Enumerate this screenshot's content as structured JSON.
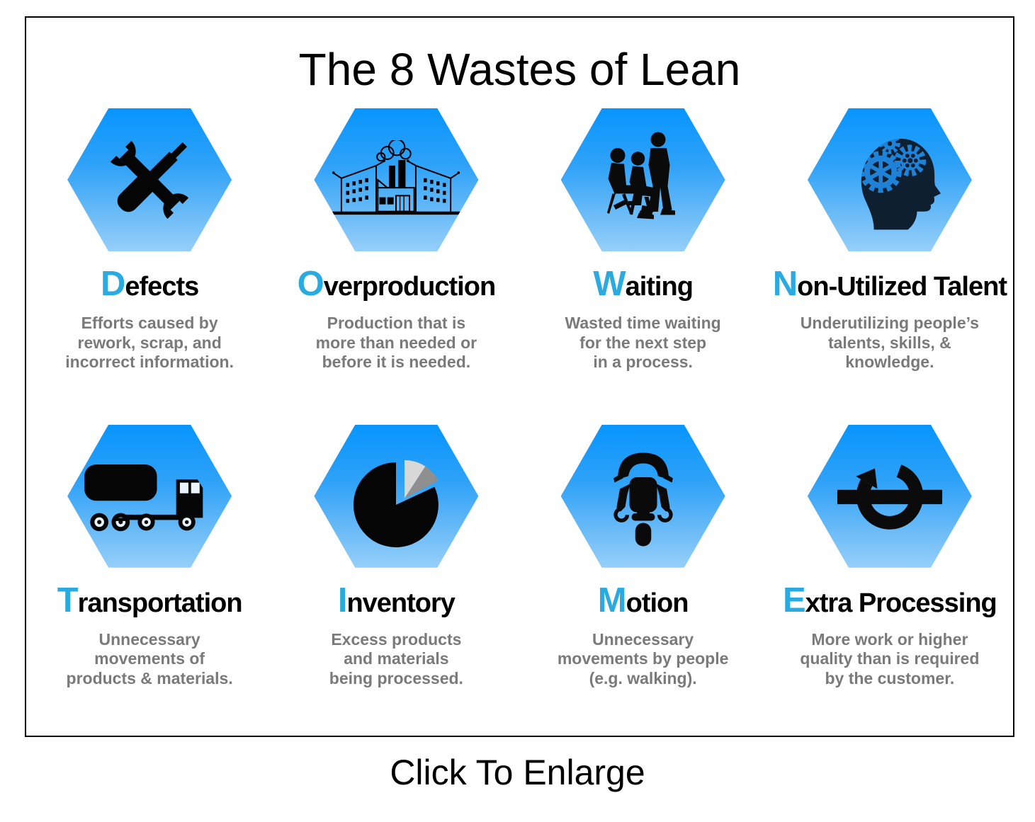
{
  "title": "The 8 Wastes of Lean",
  "footer": "Click To Enlarge",
  "colors": {
    "hex_gradient_top": "#0795fd",
    "hex_gradient_bottom": "#96cffa",
    "first_letter_blue": "#29abe2",
    "description_gray": "#7a7a7a",
    "icon_black": "#000000",
    "head_navy": "#0e2030",
    "gear_blue": "#1e82d8",
    "pie_light_gray": "#d8d8d8",
    "pie_dark_gray": "#8f8f8f"
  },
  "wastes": [
    {
      "letter": "D",
      "rest": "efects",
      "icon": "wrench-screwdriver-icon",
      "description": "Efforts caused by\nrework, scrap, and\nincorrect information."
    },
    {
      "letter": "O",
      "rest": "verproduction",
      "icon": "factory-icon",
      "description": "Production that is\nmore than needed or\nbefore it is needed."
    },
    {
      "letter": "W",
      "rest": "aiting",
      "icon": "waiting-people-icon",
      "description": "Wasted time waiting\nfor the next step\nin a process."
    },
    {
      "letter": "N",
      "rest": "on-Utilized Talent",
      "icon": "head-gears-icon",
      "description": "Underutilizing people’s\ntalents, skills, &\nknowledge."
    },
    {
      "letter": "T",
      "rest": "ransportation",
      "icon": "truck-icon",
      "description": "Unnecessary\nmovements of\nproducts & materials."
    },
    {
      "letter": "I",
      "rest": "nventory",
      "icon": "pie-chart-icon",
      "description": "Excess products\nand materials\nbeing processed."
    },
    {
      "letter": "M",
      "rest": "otion",
      "icon": "motion-rider-icon",
      "description": "Unnecessary\nmovements by people\n(e.g. walking)."
    },
    {
      "letter": "E",
      "rest": "xtra Processing",
      "icon": "cycle-arrow-icon",
      "description": "More work or higher\nquality than is required\nby the customer."
    }
  ]
}
